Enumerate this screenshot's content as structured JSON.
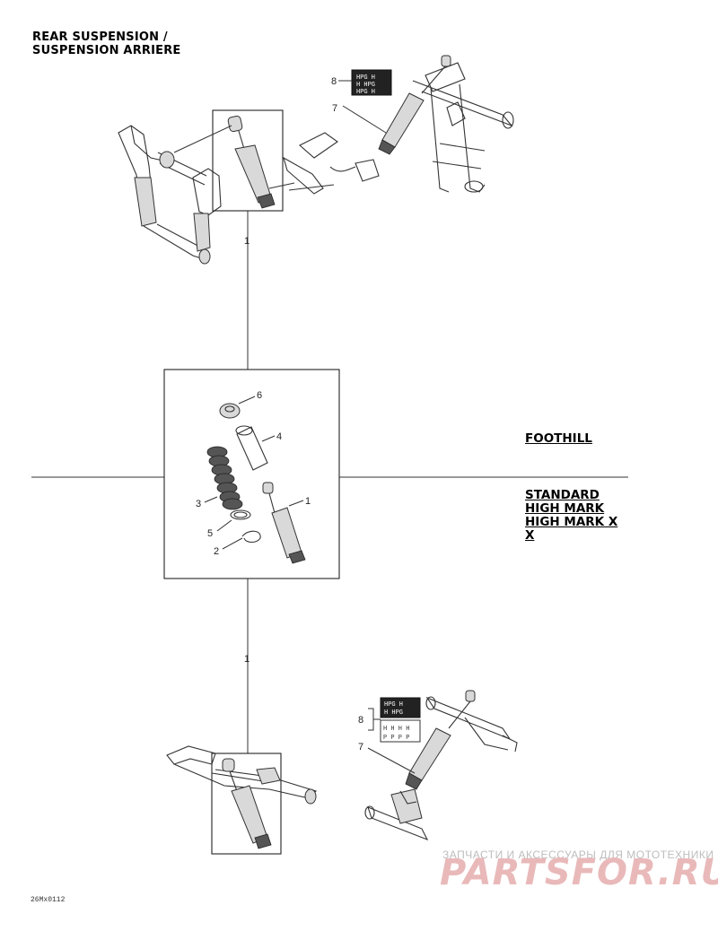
{
  "title": {
    "line1": "REAR SUSPENSION /",
    "line2": "SUSPENSION ARRIERE"
  },
  "variants": {
    "foothill": "FOOTHILL",
    "group": [
      "STANDARD",
      "HIGH MARK",
      "HIGH MARK X",
      "X"
    ]
  },
  "callouts": {
    "top_shock": "1",
    "bottom_shock": "1",
    "decal": "8",
    "shock_absorber": "7",
    "part_1": "1",
    "part_2": "2",
    "part_3": "3",
    "part_4": "4",
    "part_5": "5",
    "part_6": "6",
    "bottom_decal": "8",
    "bottom_shock_absorber": "7"
  },
  "figure_code": "26Mx0112",
  "watermark": {
    "small": "ЗАПЧАСТИ И АКСЕССУАРЫ ДЛЯ МОТОТЕХНИКИ",
    "brand": "PARTSFOR.RU",
    "brand_color": "#e9b9b9"
  }
}
